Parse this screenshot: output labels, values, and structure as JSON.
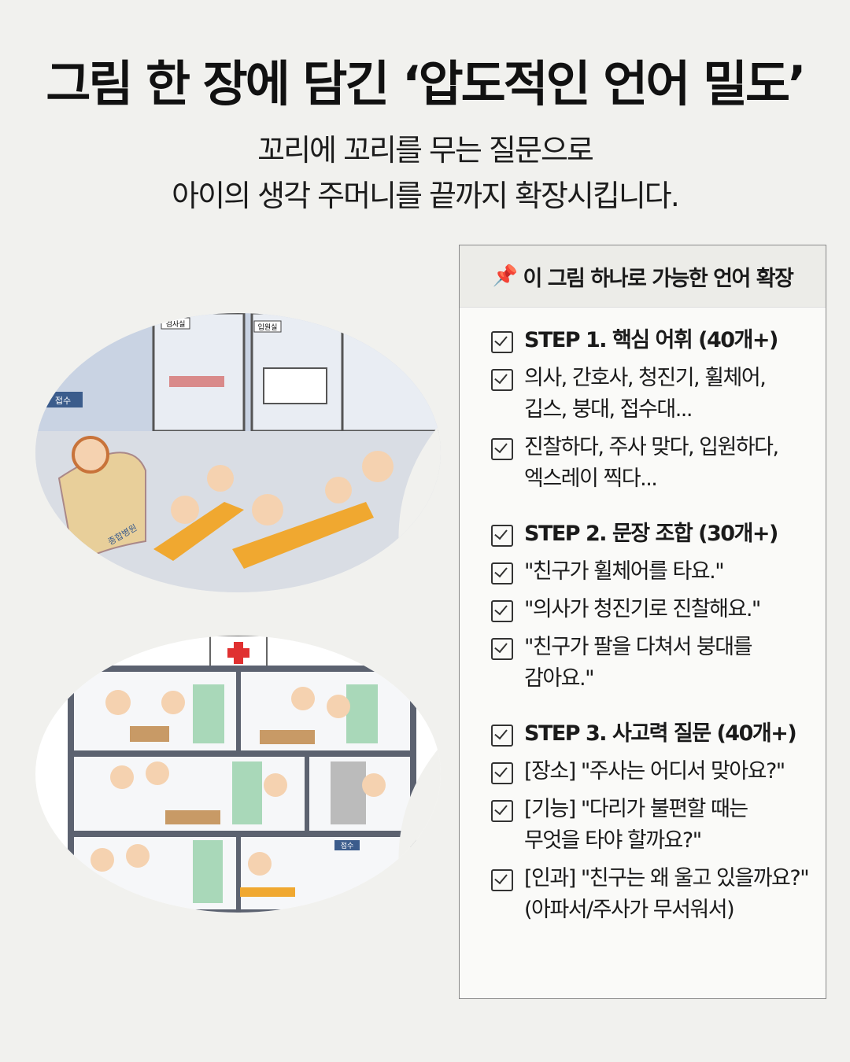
{
  "header": {
    "title": "그림 한 장에 담긴 ‘압도적인 언어 밀도’",
    "subtitle_line1": "꼬리에 꼬리를 무는 질문으로",
    "subtitle_line2": "아이의 생각 주머니를 끝까지 확장시킵니다."
  },
  "illustrations": {
    "top_signs": [
      "검사실",
      "입원실",
      "접수",
      "종합병원"
    ],
    "bottom_signs": [
      "접수"
    ]
  },
  "panel": {
    "title": "이 그림 하나로 가능한 언어 확장",
    "title_icon": "pushpin-icon",
    "items": [
      {
        "text": "STEP 1. 핵심 어휘 (40개+)",
        "step": true
      },
      {
        "text": "의사, 간호사, 청진기, 휠체어,\n깁스, 붕대, 접수대..."
      },
      {
        "text": "진찰하다, 주사 맞다, 입원하다,\n엑스레이 찍다..."
      },
      {
        "text": "STEP 2. 문장 조합 (30개+)",
        "step": true
      },
      {
        "text": "\"친구가 휠체어를 타요.\""
      },
      {
        "text": "\"의사가 청진기로 진찰해요.\""
      },
      {
        "text": "\"친구가 팔을 다쳐서 붕대를\n감아요.\""
      },
      {
        "text": "STEP 3. 사고력 질문 (40개+)",
        "step": true
      },
      {
        "text": "[장소] \"주사는 어디서 맞아요?\""
      },
      {
        "text": "[기능] \"다리가 불편할 때는\n무엇을 타야 할까요?\""
      },
      {
        "text": "[인과] \"친구는 왜 울고 있을까요?\"\n(아파서/주사가 무서워서)"
      }
    ]
  }
}
